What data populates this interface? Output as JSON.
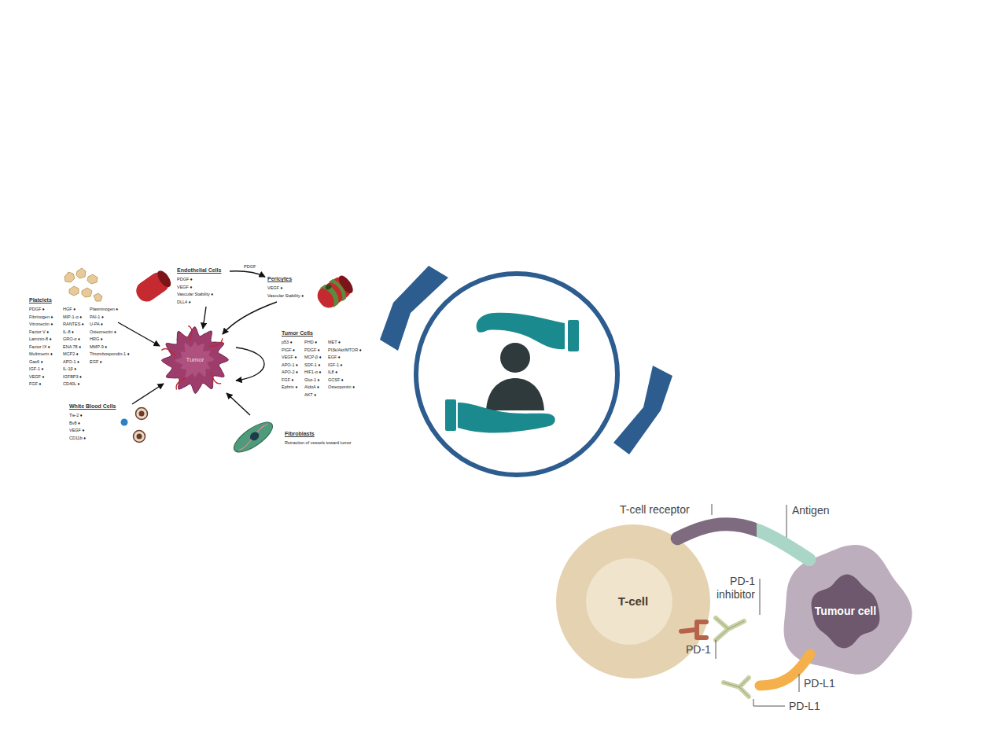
{
  "diagram": {
    "nodes": [
      {
        "text": [
          "Tumor"
        ]
      },
      {
        "text": [
          "T-cell"
        ]
      },
      {
        "text": [
          "Tumour cell"
        ]
      }
    ],
    "edges": [
      {
        "from": 1,
        "to": 2,
        "arrow": "none"
      }
    ],
    "labels": [
      "Endothelial Cells",
      "PDGF ♦",
      "VEGF ♦",
      "Vascular Stability ♦",
      "DLL4 ♦",
      "PDGF",
      "Pericytes",
      "VEGF ♦",
      "Vascular Stability ♦",
      "Platelets",
      "PDGF ♦",
      "Fibrinogen ♦",
      "Vitronectin ♦",
      "Factor V ♦",
      "Laminin-8 ♦",
      "Factor IX ♦",
      "Multimerin ♦",
      "Gas6 ♦",
      "IGF-1 ♦",
      "VEGF ♦",
      "FGF ♦",
      "HGF ♦",
      "MIP-1-α ♦",
      "RANTES ♦",
      "IL-8 ♦",
      "GRO-α ♦",
      "ENA 78 ♦",
      "MCP2 ♦",
      "APO-1 ♦",
      "IL-1β ♦",
      "IGFBP3 ♦",
      "CD40L ♦",
      "Plasminogen ♦",
      "PAI-1 ♦",
      "U-PA ♦",
      "Osteonectin ♦",
      "HRG ♦",
      "MMP-9 ♦",
      "Thrombospondin-1 ♦",
      "EGF ♦",
      "Tumor Cells",
      "p53 ♦",
      "PlGF ♦",
      "VEGF ♦",
      "APO-1 ♦",
      "APO-2 ♦",
      "FGF ♦",
      "Ephrin ♦",
      "PHD ♦",
      "PDGF ♦",
      "MCP-β ♦",
      "SDF-1 ♦",
      "HIF1-α ♦",
      "Glut-1 ♦",
      "AldoA ♦",
      "AKT ♦",
      "MET ♦",
      "PI3k/Akt/MTOR ♦",
      "EGF ♦",
      "IGF-1 ♦",
      "IL8 ♦",
      "GCSF ♦",
      "Osteopontin ♦",
      "White Blood Cells",
      "Tie-2 ♦",
      "Bv8 ♦",
      "VEGF ♦",
      "CD11b ♦",
      "Fibroblasts",
      "Retraction of vessels toward tumor",
      "T-cell receptor",
      "Antigen",
      "PD-1 inhibitor",
      "PD-1",
      "PD-L1",
      "PD-L1"
    ]
  }
}
